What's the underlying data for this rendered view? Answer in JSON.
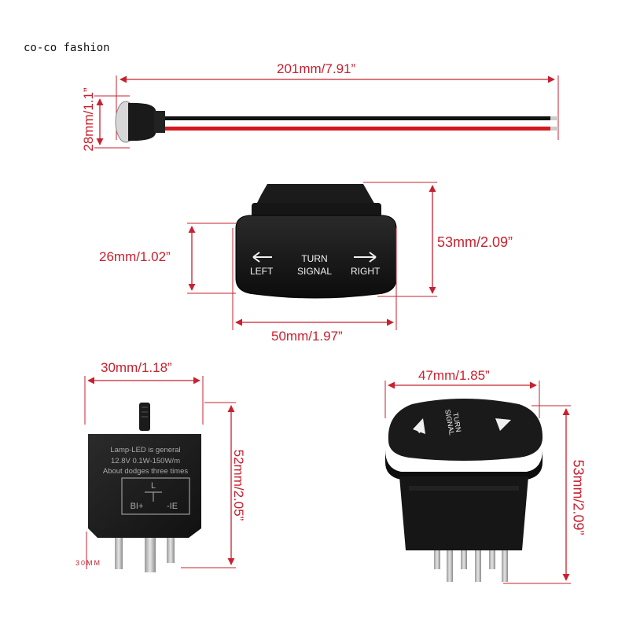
{
  "brand": "co-co fashion",
  "colors": {
    "dimension": "#c8202f",
    "product_body": "#151515",
    "wire_red": "#d6181f"
  },
  "lamp": {
    "length_label": "201mm/7.91”",
    "diameter_label": "28mm/1.1”"
  },
  "switch_front": {
    "height_label": "53mm/2.09”",
    "face_height_label": "26mm/1.02”",
    "width_label": "50mm/1.97”",
    "text_left": "LEFT",
    "text_turn": "TURN",
    "text_signal": "SIGNAL",
    "text_right": "RIGHT"
  },
  "relay": {
    "width_label": "30mm/1.18”",
    "height_label": "52mm/2.05”",
    "depth_label": "30MM",
    "line1": "Lamp-LED is general",
    "line2": "12.8V 0.1W-150W/m",
    "line3": "About dodges three times",
    "pin_l": "L",
    "pin_b": "BI+",
    "pin_e": "-IE"
  },
  "switch_angle": {
    "width_label": "47mm/1.85”",
    "height_label": "53mm/2.09”",
    "text_turn": "TURN",
    "text_signal": "SIGNAL"
  }
}
